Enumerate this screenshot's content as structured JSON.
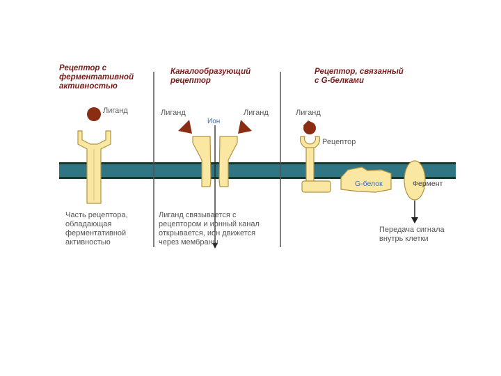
{
  "colors": {
    "membrane_fill": "#2f7584",
    "membrane_edge": "#143a2a",
    "protein_fill": "#f9e7a2",
    "protein_stroke": "#b0923f",
    "ligand_brown": "#8b2d12",
    "divider": "#555555",
    "title_text": "#7a1c1c",
    "ion_label": "#3a6fb5"
  },
  "sections": [
    {
      "title": "Рецептор с\nферментативной\nактивностью",
      "ligand_label": "Лиганд",
      "caption": "Часть рецептора,\nобладающая\nферментативной\nактивностью"
    },
    {
      "title": "Каналообразующий\nрецептор",
      "ligand_left_label": "Лиганд",
      "ligand_right_label": "Лиганд",
      "ion_label": "Ион",
      "caption": "Лиганд связывается с\nрецептором и ионный канал\nоткрывается, ион движется\nчерез мембраны"
    },
    {
      "title": "Рецептор, связанный\nс G-белками",
      "ligand_label": "Лиганд",
      "receptor_label": "Рецептор",
      "g_protein_label": "G-белок",
      "enzyme_label": "Фермент",
      "caption": "Передача сигнала\nвнутрь клетки"
    }
  ]
}
